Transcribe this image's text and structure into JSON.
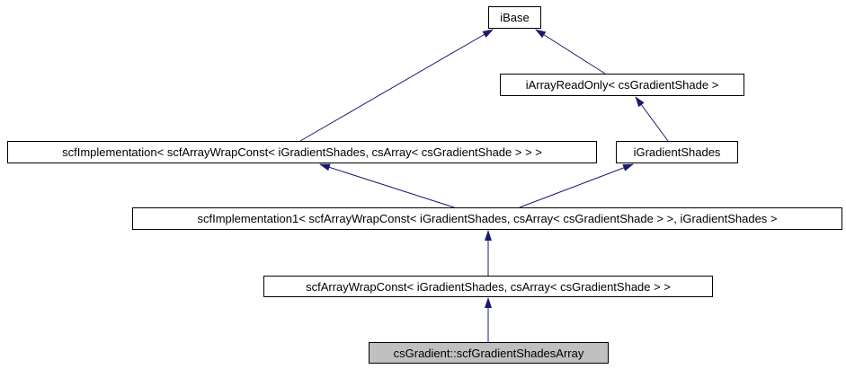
{
  "diagram": {
    "type": "class-inheritance-graph",
    "colors": {
      "background": "#ffffff",
      "arrow": "#191970",
      "node_border": "#000000",
      "node_fill": "#ffffff",
      "highlight_fill": "#c0c0c0",
      "text": "#000000"
    },
    "nodes": [
      {
        "id": "ibase",
        "label": "iBase",
        "highlighted": false
      },
      {
        "id": "iarrayreadonly",
        "label": "iArrayReadOnly< csGradientShade >",
        "highlighted": false
      },
      {
        "id": "scfimplementation",
        "label": "scfImplementation< scfArrayWrapConst< iGradientShades, csArray< csGradientShade > > >",
        "highlighted": false
      },
      {
        "id": "igradientshades",
        "label": "iGradientShades",
        "highlighted": false
      },
      {
        "id": "scfimplementation1",
        "label": "scfImplementation1< scfArrayWrapConst< iGradientShades, csArray< csGradientShade > >, iGradientShades >",
        "highlighted": false
      },
      {
        "id": "scfarraywrapconst",
        "label": "scfArrayWrapConst< iGradientShades, csArray< csGradientShade > >",
        "highlighted": false
      },
      {
        "id": "csgradient-scfgradientshadesarray",
        "label": "csGradient::scfGradientShadesArray",
        "highlighted": true
      }
    ],
    "edges": [
      {
        "from": "scfimplementation",
        "to": "ibase"
      },
      {
        "from": "iarrayreadonly",
        "to": "ibase"
      },
      {
        "from": "igradientshades",
        "to": "iarrayreadonly"
      },
      {
        "from": "scfimplementation1",
        "to": "scfimplementation"
      },
      {
        "from": "scfimplementation1",
        "to": "igradientshades"
      },
      {
        "from": "scfarraywrapconst",
        "to": "scfimplementation1"
      },
      {
        "from": "csgradient-scfgradientshadesarray",
        "to": "scfarraywrapconst"
      }
    ]
  }
}
